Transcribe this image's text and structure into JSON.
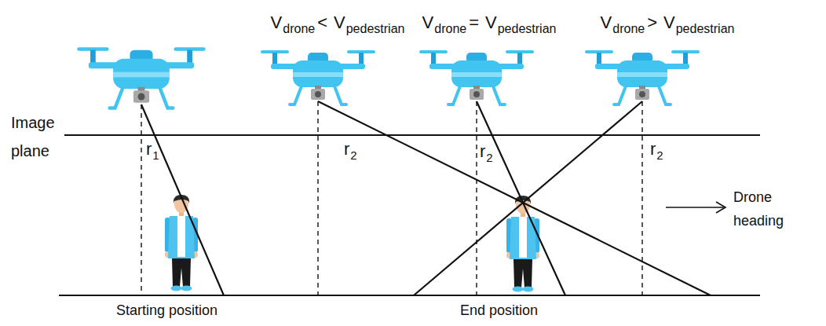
{
  "diagram": {
    "labels": [
      "V",
      "drone",
      "<",
      "V",
      "pedestrian",
      "V",
      "drone",
      "=",
      "V",
      "pedestrian",
      "V",
      "drone",
      ">",
      "V",
      "pedestrian",
      "Image plane",
      "r",
      "1",
      "r",
      "2",
      "r",
      "2",
      "r",
      "2",
      "Drone heading",
      "Starting position",
      "End position"
    ]
  }
}
